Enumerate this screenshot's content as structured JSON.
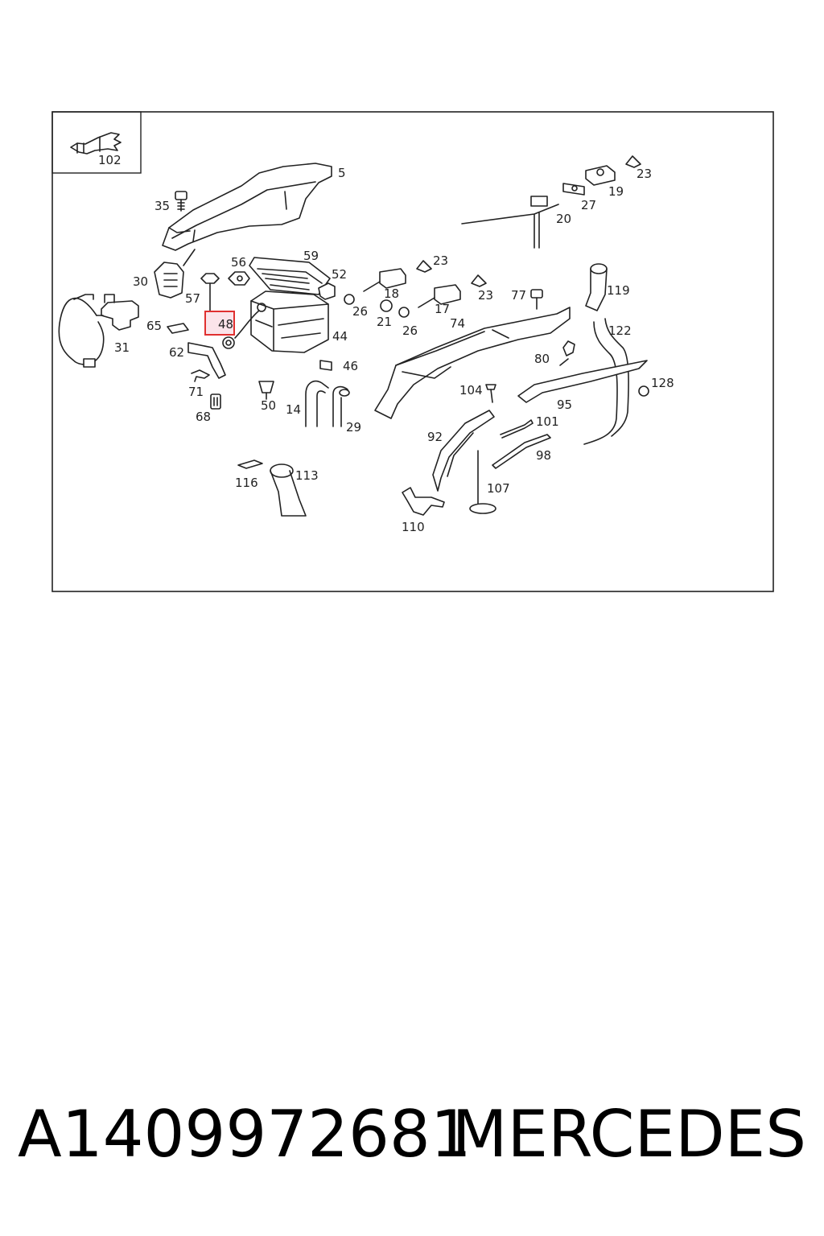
{
  "diagram": {
    "inset_label": "102",
    "highlight_label": "48",
    "highlight_color": "#e03030",
    "highlight_fill": "#fbe4ea",
    "labels": {
      "l5": "5",
      "l35": "35",
      "l30": "30",
      "l56": "56",
      "l59": "59",
      "l52": "52",
      "l57": "57",
      "l31": "31",
      "l65": "65",
      "l62": "62",
      "l44": "44",
      "l46": "46",
      "l71": "71",
      "l68": "68",
      "l50": "50",
      "l14": "14",
      "l29": "29",
      "l113": "113",
      "l116": "116",
      "l18": "18",
      "l23a": "23",
      "l26a": "26",
      "l21": "21",
      "l26b": "26",
      "l17": "17",
      "l23b": "23",
      "l74": "74",
      "l77": "77",
      "l19": "19",
      "l23c": "23",
      "l27": "27",
      "l20": "20",
      "l119": "119",
      "l122": "122",
      "l80": "80",
      "l104": "104",
      "l95": "95",
      "l128": "128",
      "l101": "101",
      "l92": "92",
      "l98": "98",
      "l107": "107",
      "l110": "110"
    }
  },
  "caption": {
    "part_number": "A1409972681",
    "brand": "MERCEDES"
  }
}
